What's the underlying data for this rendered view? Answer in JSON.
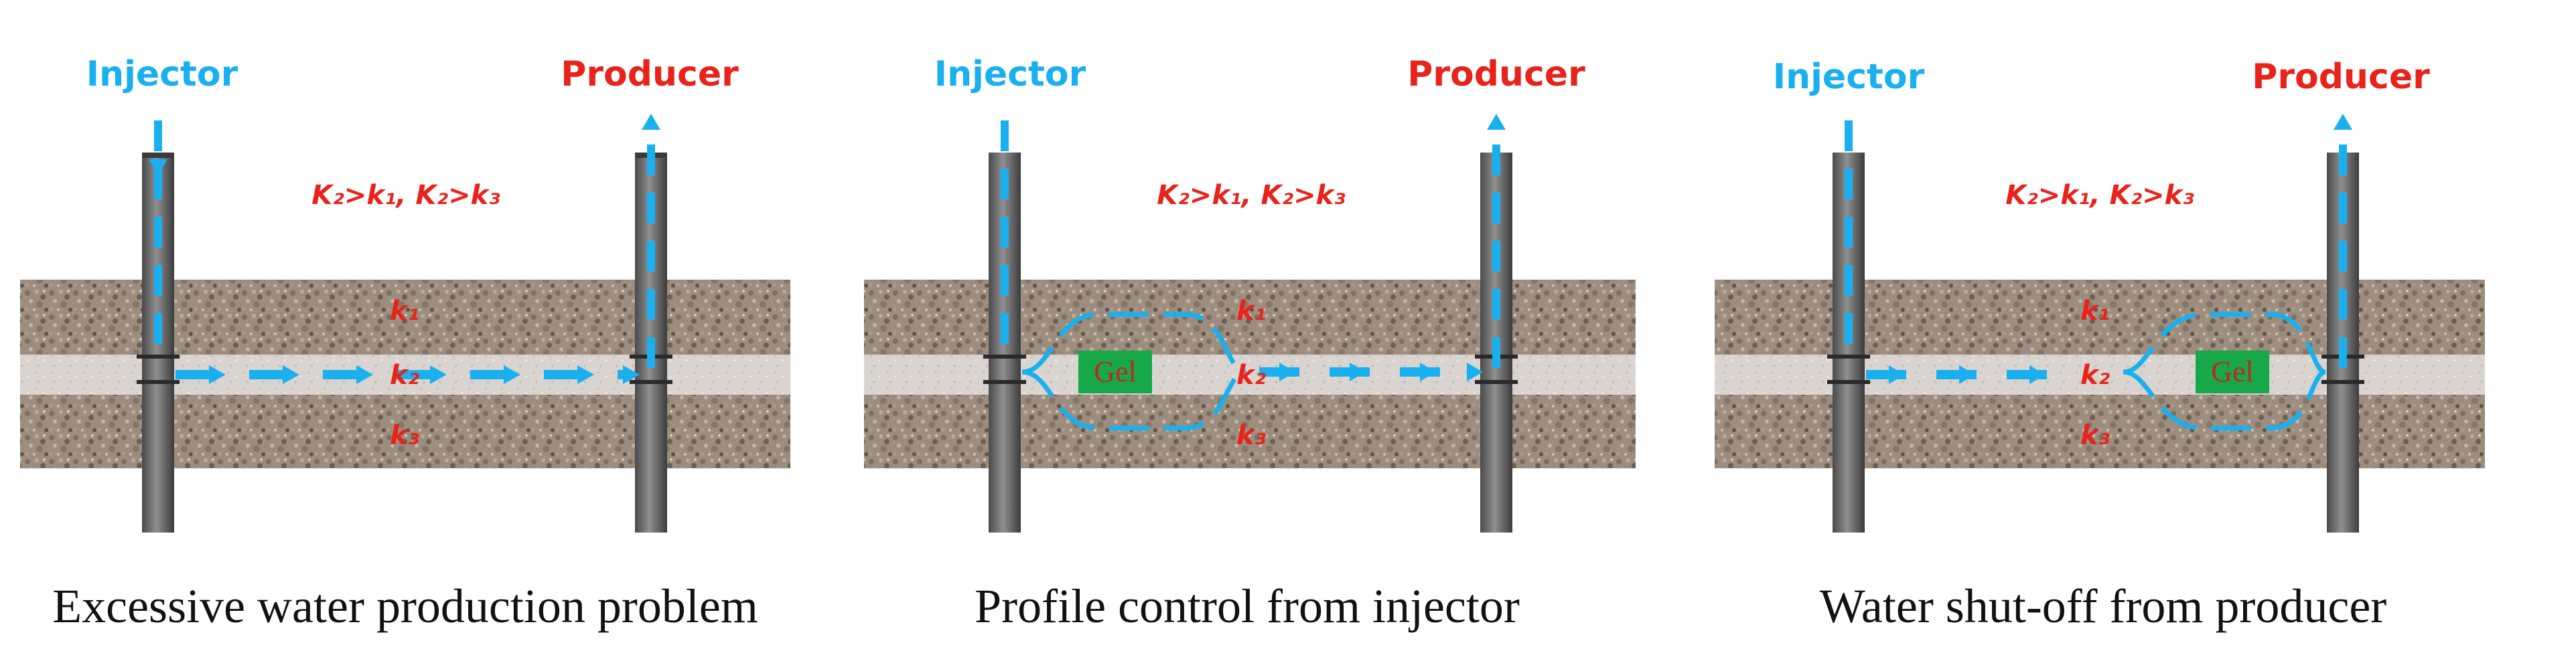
{
  "colors": {
    "water": "#1ab0ef",
    "producer": "#e8231b",
    "ratio": "#e8231b",
    "gel_fill": "#17a84a",
    "gel_text": "#c0271f",
    "well": "#707070",
    "rock": "#9c8d7e",
    "thief_zone": "#d9d4cf",
    "caption": "#111111"
  },
  "panels": [
    {
      "injector_label": "Injector",
      "producer_label": "Producer",
      "ratio_label": "K₂>k₁,  K₂>k₃",
      "layers": [
        "k₁",
        "k₂",
        "k₃"
      ],
      "gel": "",
      "caption": "Excessive water production problem"
    },
    {
      "injector_label": "Injector",
      "producer_label": "Producer",
      "ratio_label": "K₂>k₁,  K₂>k₃",
      "layers": [
        "k₁",
        "k₂",
        "k₃"
      ],
      "gel": "Gel",
      "caption": "Profile control from injector"
    },
    {
      "injector_label": "Injector",
      "producer_label": "Producer",
      "ratio_label": "K₂>k₁,  K₂>k₃",
      "layers": [
        "k₁",
        "k₂",
        "k₃"
      ],
      "gel": "Gel",
      "caption": "Water shut-off from producer"
    }
  ]
}
